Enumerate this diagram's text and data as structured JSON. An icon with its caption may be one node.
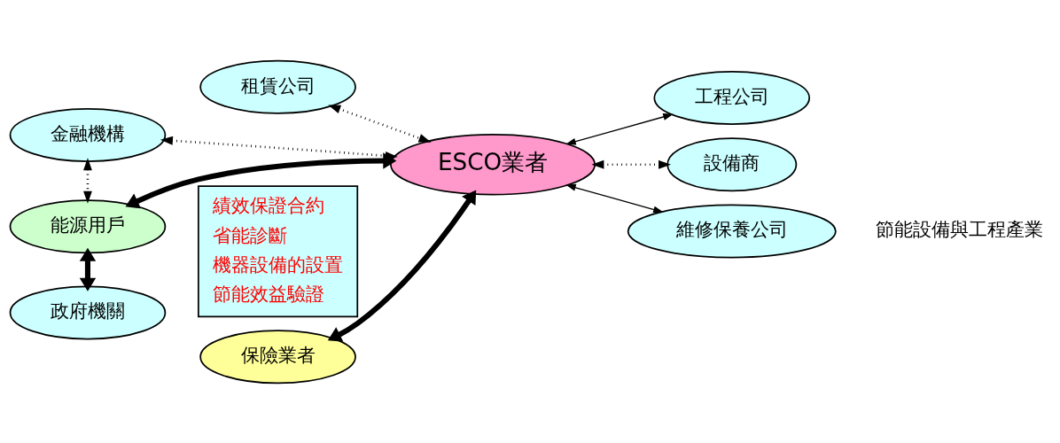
{
  "diagram": {
    "nodes": [
      {
        "text": [
          "金融機構"
        ]
      },
      {
        "text": [
          "租賃公司"
        ]
      },
      {
        "text": [
          "能源用戶"
        ]
      },
      {
        "text": [
          "ESCO業者"
        ]
      },
      {
        "text": [
          "工程公司"
        ]
      },
      {
        "text": [
          "設備商"
        ]
      },
      {
        "text": [
          "維修保養公司"
        ]
      },
      {
        "text": [
          "政府機關"
        ]
      },
      {
        "text": [
          "保險業者"
        ]
      },
      {
        "text": [
          "績效保證合約",
          "省能診斷",
          "機器設備的設置",
          "節能效益驗證"
        ]
      }
    ],
    "edges": [
      {
        "from": 0,
        "to": 2,
        "arrow": "both",
        "style": "dashed"
      },
      {
        "from": 0,
        "to": 3,
        "arrow": "both",
        "style": "dashed"
      },
      {
        "from": 1,
        "to": 3,
        "arrow": "both",
        "style": "dashed"
      },
      {
        "from": 2,
        "to": 3,
        "arrow": "both",
        "style": "thick"
      },
      {
        "from": 3,
        "to": 4,
        "arrow": "both"
      },
      {
        "from": 3,
        "to": 5,
        "arrow": "both",
        "style": "dashed"
      },
      {
        "from": 3,
        "to": 6,
        "arrow": "both"
      },
      {
        "from": 2,
        "to": 7,
        "arrow": "both",
        "style": "thick"
      },
      {
        "from": 3,
        "to": 8,
        "arrow": "both",
        "style": "thick"
      }
    ],
    "labels": [
      "節能設備與工程產業"
    ]
  }
}
